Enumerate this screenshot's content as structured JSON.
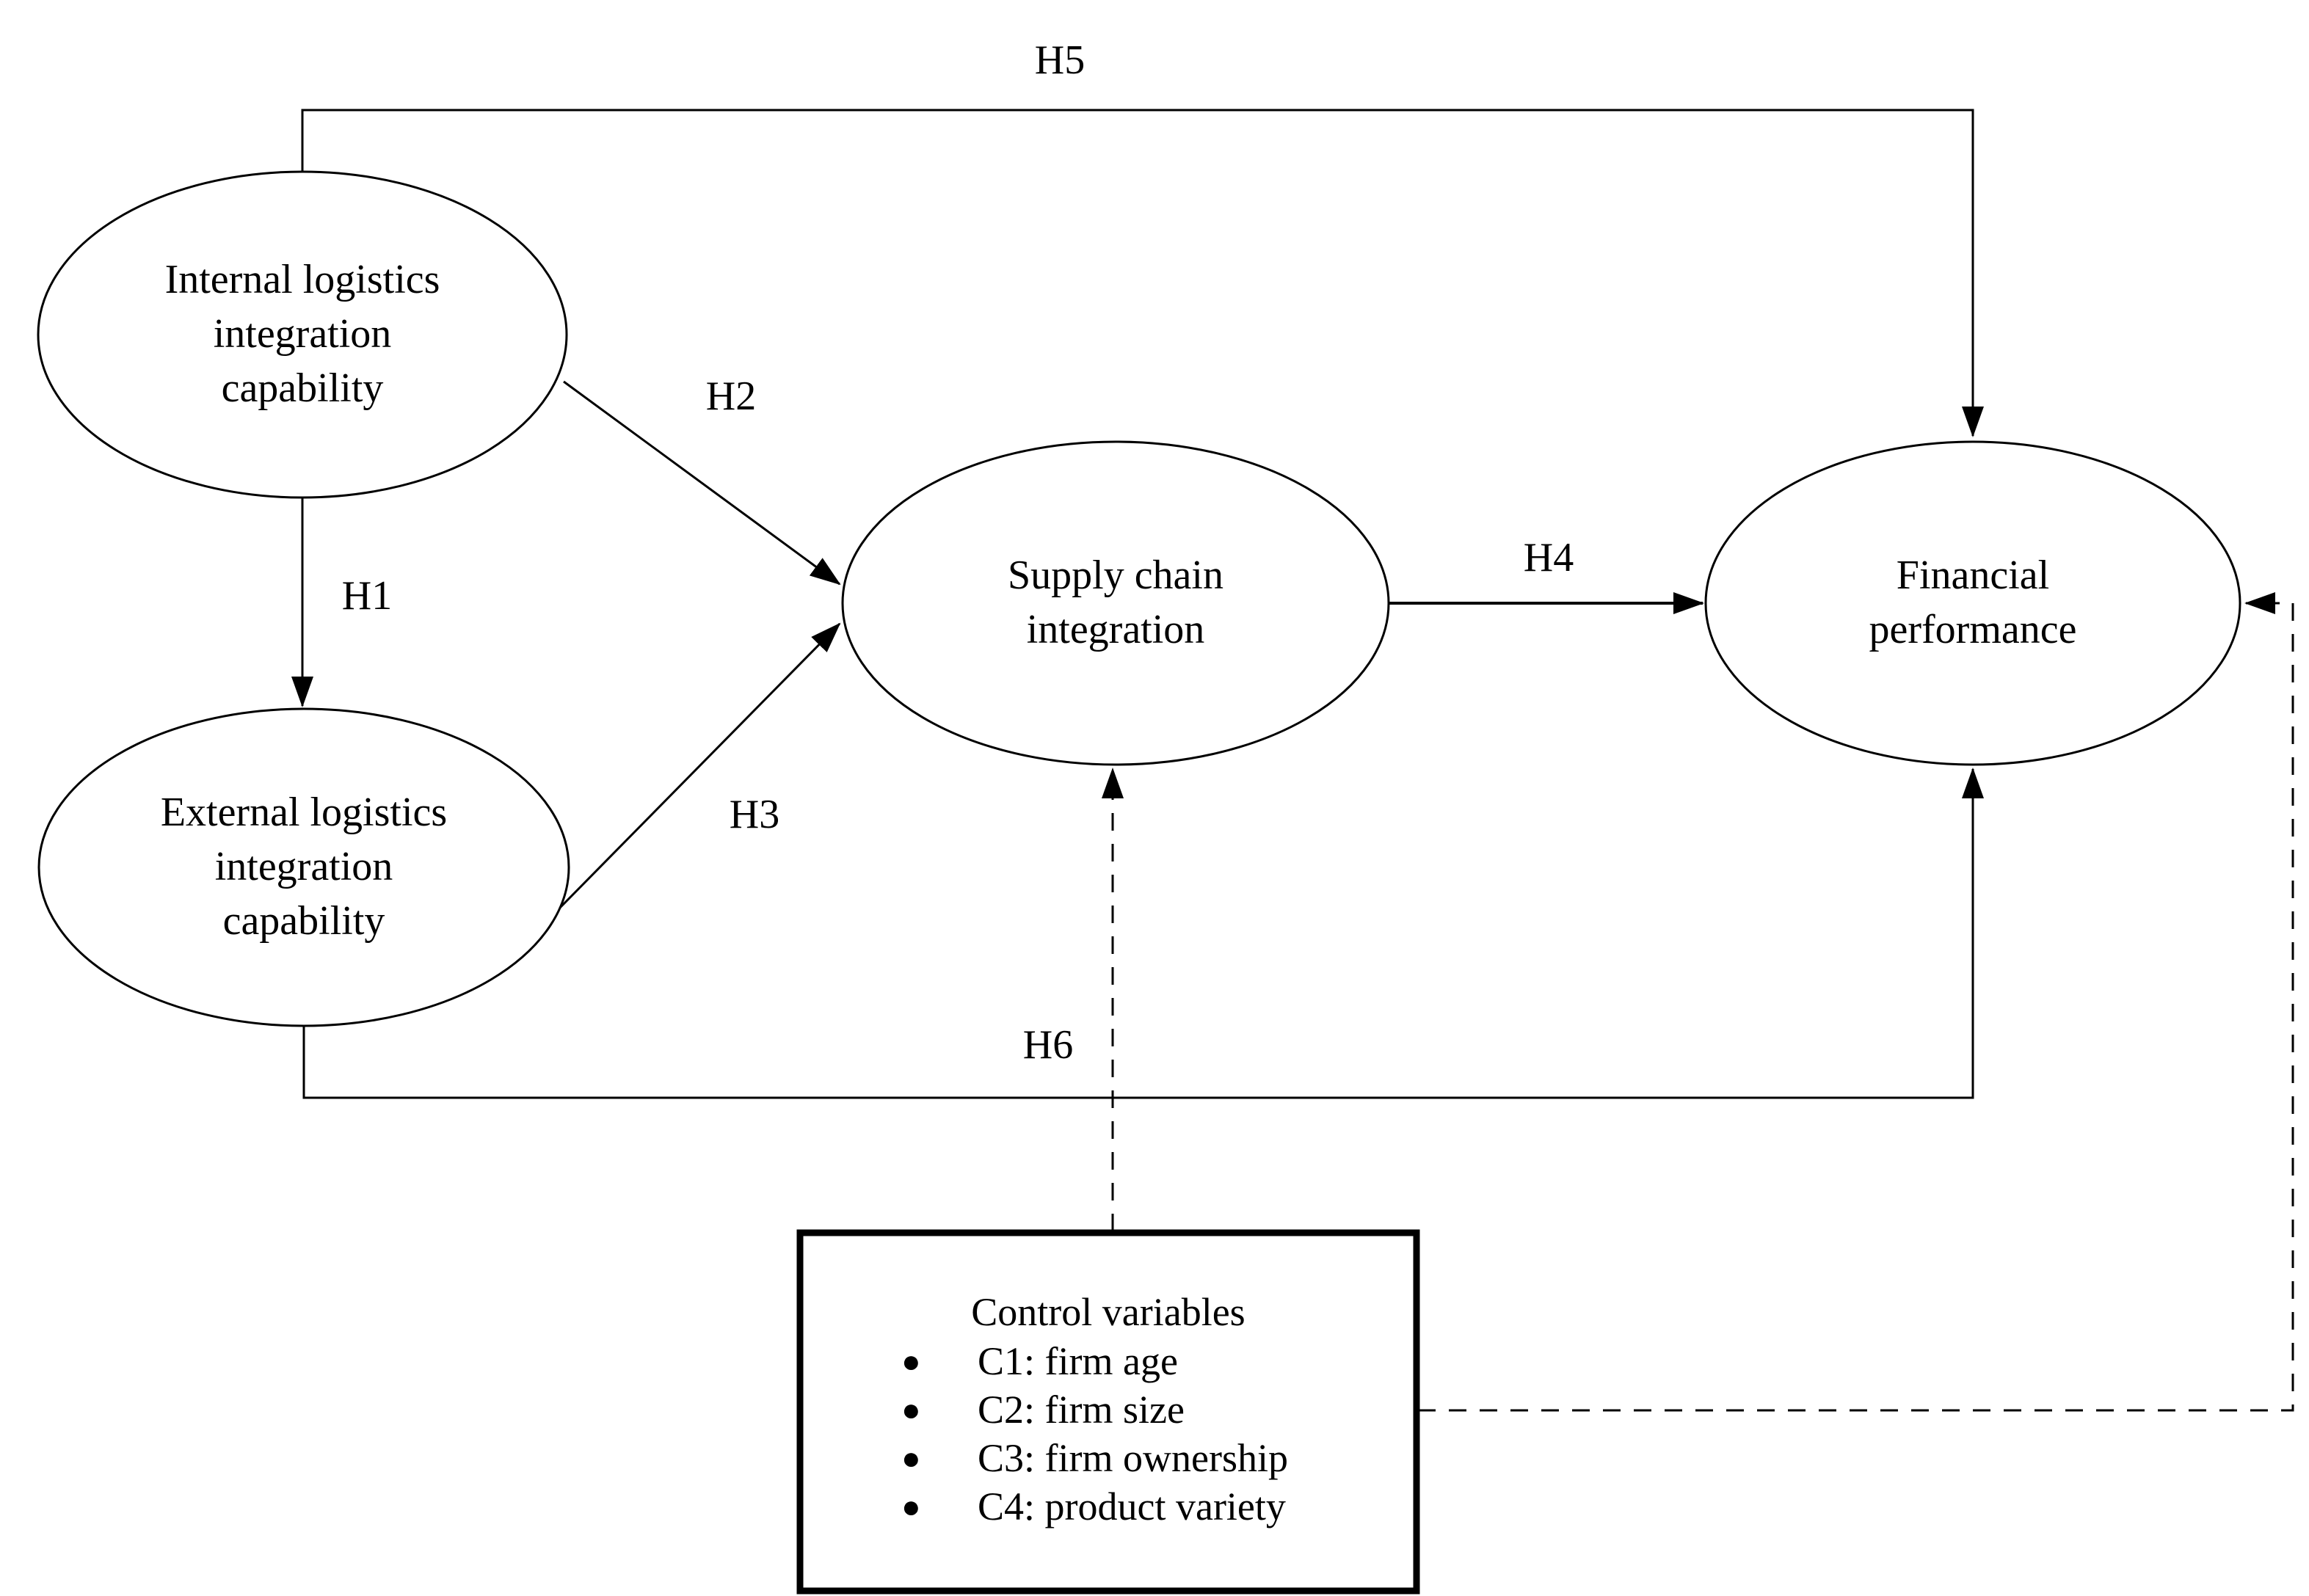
{
  "figure": {
    "background": "#ffffff",
    "line_color": "#000000",
    "kind": "conceptual research model"
  },
  "nodes": {
    "internal": {
      "label": "Internal logistics integration capability",
      "lines": [
        "Internal logistics",
        "integration",
        "capability"
      ],
      "shape": "ellipse"
    },
    "external": {
      "label": "External logistics integration capability",
      "lines": [
        "External logistics",
        "integration",
        "capability"
      ],
      "shape": "ellipse"
    },
    "supply_chain": {
      "label": "Supply chain integration",
      "lines": [
        "Supply chain",
        "integration"
      ],
      "shape": "ellipse"
    },
    "financial": {
      "label": "Financial performance",
      "lines": [
        "Financial",
        "performance"
      ],
      "shape": "ellipse"
    }
  },
  "hypotheses": {
    "h1": "H1",
    "h2": "H2",
    "h3": "H3",
    "h4": "H4",
    "h5": "H5",
    "h6": "H6"
  },
  "edges": [
    {
      "label": "H1",
      "from": "internal",
      "to": "external",
      "style": "solid"
    },
    {
      "label": "H2",
      "from": "internal",
      "to": "supply_chain",
      "style": "solid"
    },
    {
      "label": "H3",
      "from": "external",
      "to": "supply_chain",
      "style": "solid"
    },
    {
      "label": "H4",
      "from": "supply_chain",
      "to": "financial",
      "style": "solid"
    },
    {
      "label": "H5",
      "from": "internal",
      "to": "financial",
      "style": "solid"
    },
    {
      "label": "H6",
      "from": "external",
      "to": "financial",
      "style": "solid"
    },
    {
      "label": "",
      "from": "control_box",
      "to": "supply_chain",
      "style": "dashed"
    },
    {
      "label": "",
      "from": "control_box",
      "to": "financial",
      "style": "dashed"
    }
  ],
  "control_box": {
    "title": "Control variables",
    "bullet": "●",
    "items": [
      "C1: firm age",
      "C2: firm size",
      "C3: firm ownership",
      "C4: product variety"
    ]
  }
}
